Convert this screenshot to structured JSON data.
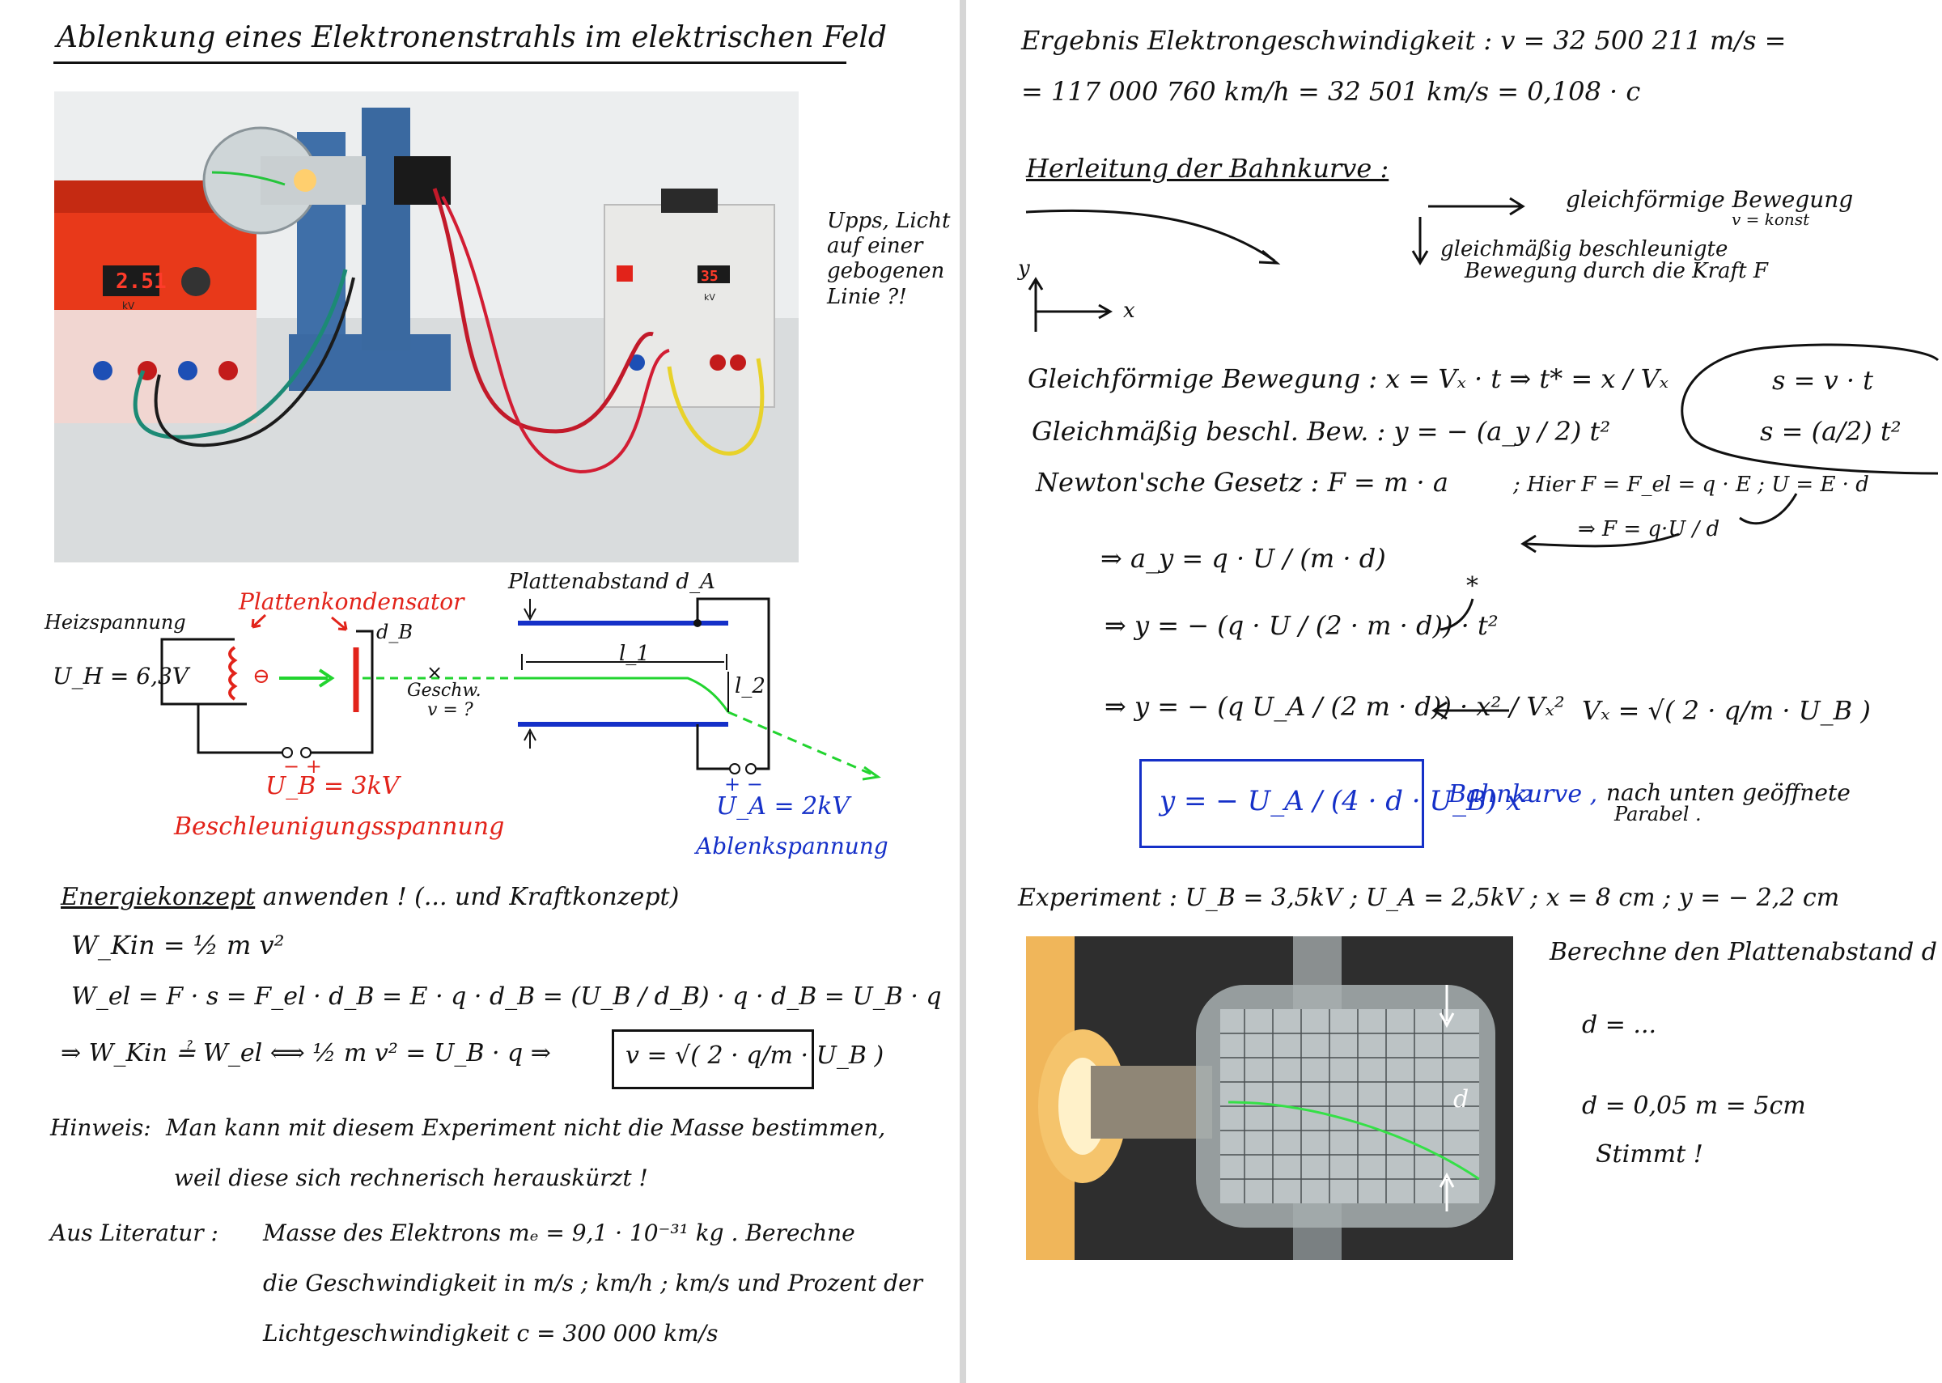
{
  "left": {
    "title": "Ablenkung eines Elektronenstrahls im elektrischen Feld",
    "photo_note": [
      "Upps, Licht",
      "auf einer",
      "gebogenen",
      "Linie ?!"
    ],
    "photo_displays": {
      "left_display": "2.51",
      "right_display": "35",
      "unit": "kV"
    },
    "circuit": {
      "heater_label": "Heizspannung",
      "heater_voltage": "U_H = 6,3V",
      "capacitor_label": "Plattenkondensator",
      "d_b": "d_B",
      "plate_distance_label": "Plattenabstand d_A",
      "l1": "l_1",
      "l2": "l_2",
      "speed_label": [
        "Geschw.",
        "v = ?"
      ],
      "electron": "⊖",
      "x_mark": "×",
      "ub_polarity": "−  +",
      "ub_value": "U_B = 3kV",
      "ub_label": "Beschleunigungsspannung",
      "ua_polarity": "+ −",
      "ua_value": "U_A = 2kV",
      "ua_label": "Ablenkspannung"
    },
    "energy": {
      "heading": "Energiekonzept",
      "heading_rest": "anwenden !  (... und Kraftkonzept)",
      "line1": "W_Kin  =  ½ m v²",
      "line2": "W_el  =  F · s  =  F_el · d_B  =  E · q · d_B  =  (U_B / d_B) · q · d_B  =  U_B · q",
      "line3": "⇒  W_Kin  ≟  W_el   ⟺   ½ m v²  =  U_B · q     ⇒",
      "boxed": "v = √( 2 · q/m · U_B )"
    },
    "hint": {
      "label": "Hinweis:",
      "text1": "Man kann mit diesem Experiment nicht die Masse bestimmen,",
      "text2": "weil diese sich rechnerisch herauskürzt !"
    },
    "literature": {
      "label": "Aus Literatur :",
      "text1": "Masse des Elektrons  mₑ = 9,1 · 10⁻³¹ kg .  Berechne",
      "text2": "die Geschwindigkeit in  m/s ;  km/h ;  km/s  und Prozent der",
      "text3": "Lichtgeschwindigkeit  c  =  300 000 km/s"
    }
  },
  "right": {
    "result1": "Ergebnis Elektrongeschwindigkeit :   v  =  32 500 211  m/s   =",
    "result2": "=  117 000 760  km/h   =   32 501  km/s   =  0,108 · c",
    "derivation_heading": "Herleitung der Bahnkurve :",
    "uniform_motion": [
      "gleichförmige Bewegung",
      "v = konst"
    ],
    "accel_motion": [
      "gleichmäßig beschleunigte",
      "Bewegung durch die Kraft F"
    ],
    "axis_y": "y",
    "axis_x": "x",
    "eq1": "Gleichförmige Bewegung  :   x  =  Vₓ · t   ⇒   t* = x / Vₓ",
    "eq2": "Gleichmäßig beschl. Bew. :   y  =  − (a_y / 2) t²",
    "eq3": "Newton'sche Gesetz  :   F  =  m · a",
    "eq3b": "; Hier  F = F_el = q · E   ;   U = E · d",
    "eq3c": "⇒ F = q·U / d",
    "circle1": "s  =  v · t",
    "circle2": "s  =  (a/2) t²",
    "eq4": "⇒  a_y  =  q · U / (m · d)",
    "eq5": "⇒   y  =  − (q · U / (2 · m · d)) · t²",
    "star": "*",
    "eq6": "⇒   y  =  − (q U_A / (2 m · d)) · x² / Vₓ²",
    "vx": "Vₓ  =  √( 2 · q/m · U_B )",
    "final_eq": "y  =  −  U_A / (4 · d · U_B)  x²",
    "bahnkurve": "Bahnkurve ,",
    "parabola": [
      "nach unten geöffnete",
      "Parabel ."
    ],
    "experiment": "Experiment :   U_B = 3,5kV  ;  U_A = 2,5kV   ;    x = 8 cm    ;  y = − 2,2 cm",
    "calc": "Berechne den Plattenabstand  d .",
    "d1": "d  =  ...",
    "d2": "d  =  0,05 m  =  5cm",
    "check": "Stimmt !",
    "tube_d": "d"
  }
}
